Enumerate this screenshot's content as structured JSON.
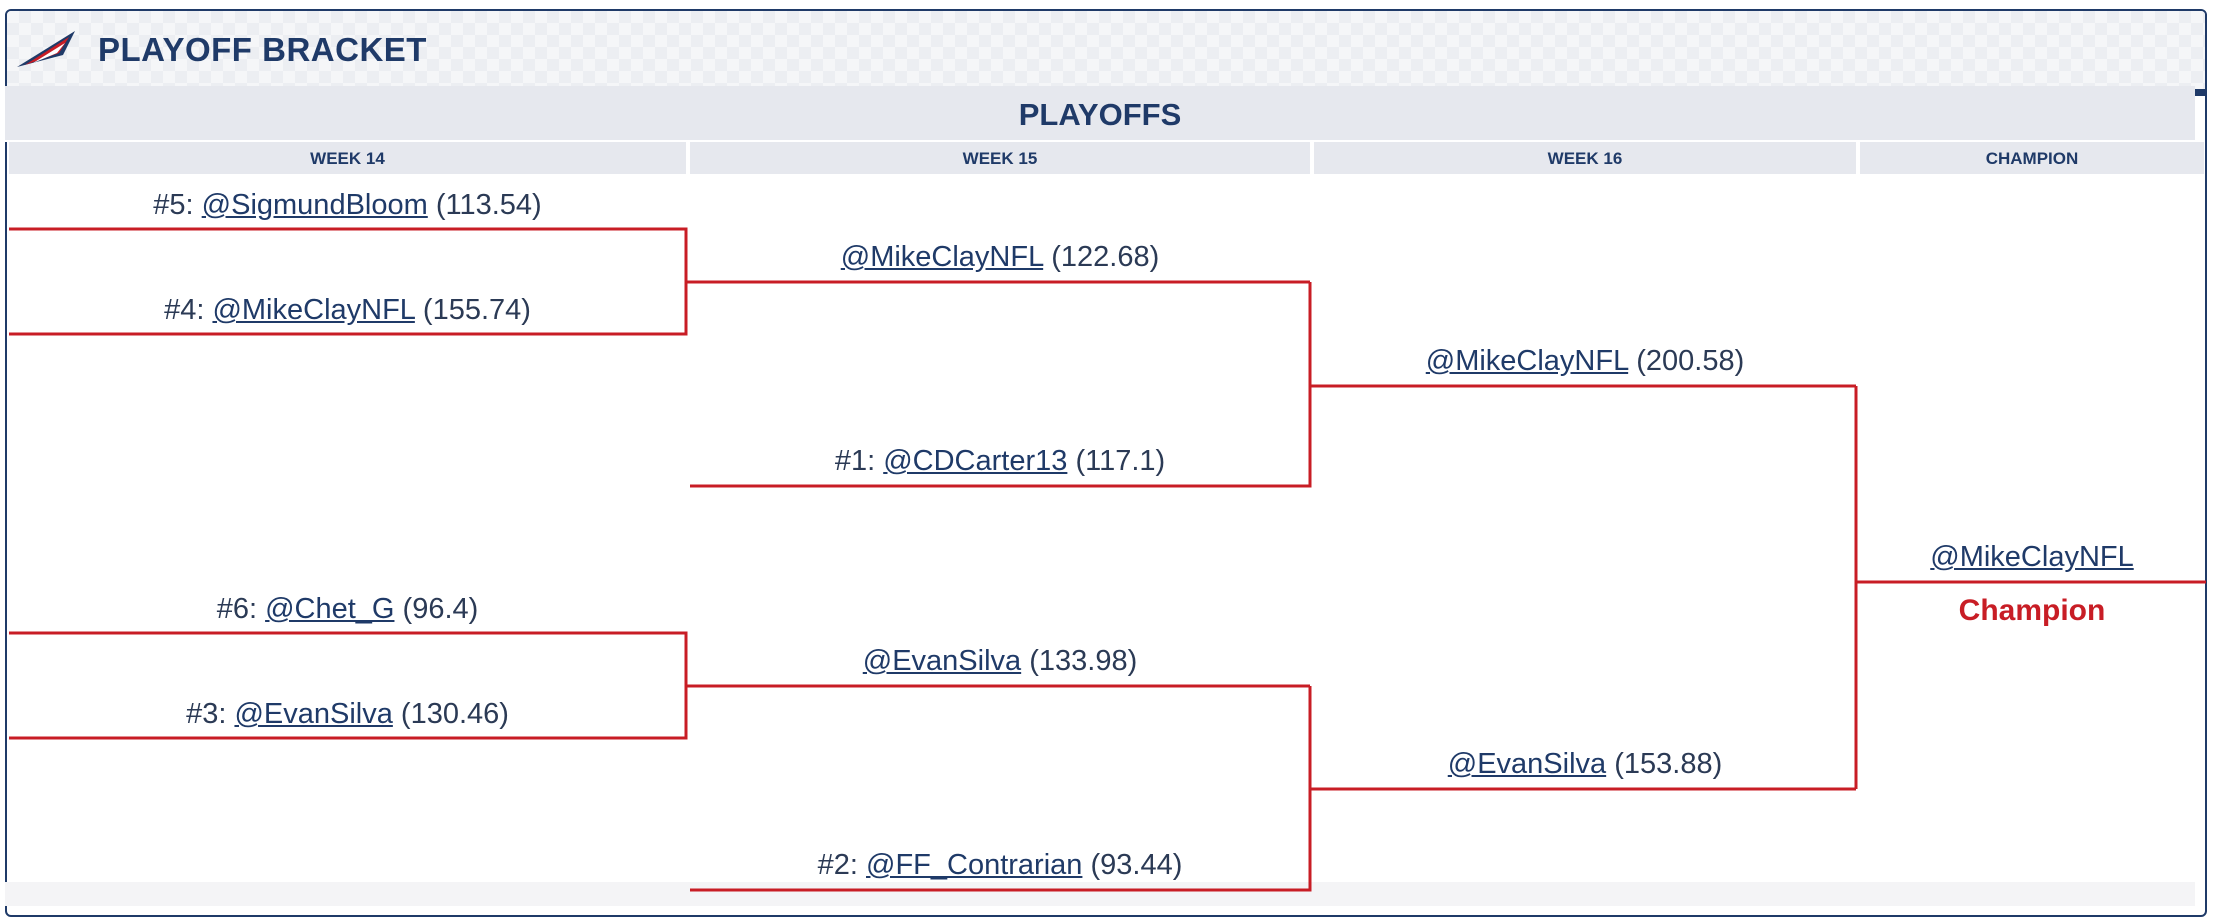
{
  "header": {
    "title": "PLAYOFF BRACKET",
    "logo_icon": "flag-logo-icon"
  },
  "section": {
    "title": "PLAYOFFS"
  },
  "columns": [
    {
      "label": "WEEK 14"
    },
    {
      "label": "WEEK 15"
    },
    {
      "label": "WEEK 16"
    },
    {
      "label": "CHAMPION"
    }
  ],
  "week14": [
    {
      "seed": "#5:",
      "handle": "@SigmundBloom",
      "score": "(113.54)"
    },
    {
      "seed": "#4:",
      "handle": "@MikeClayNFL",
      "score": "(155.74)"
    },
    {
      "seed": "#6:",
      "handle": "@Chet_G",
      "score": "(96.4)"
    },
    {
      "seed": "#3:",
      "handle": "@EvanSilva",
      "score": "(130.46)"
    }
  ],
  "week15": [
    {
      "seed": "",
      "handle": "@MikeClayNFL",
      "score": "(122.68)"
    },
    {
      "seed": "#1:",
      "handle": "@CDCarter13",
      "score": "(117.1)"
    },
    {
      "seed": "",
      "handle": "@EvanSilva",
      "score": "(133.98)"
    },
    {
      "seed": "#2:",
      "handle": "@FF_Contrarian",
      "score": "(93.44)"
    }
  ],
  "week16": [
    {
      "seed": "",
      "handle": "@MikeClayNFL",
      "score": "(200.58)"
    },
    {
      "seed": "",
      "handle": "@EvanSilva",
      "score": "(153.88)"
    }
  ],
  "champion": {
    "handle": "@MikeClayNFL",
    "label": "Champion"
  },
  "colors": {
    "navy": "#1f3a68",
    "bracket_red": "#c81d25",
    "band_gray": "#e6e8ee"
  }
}
